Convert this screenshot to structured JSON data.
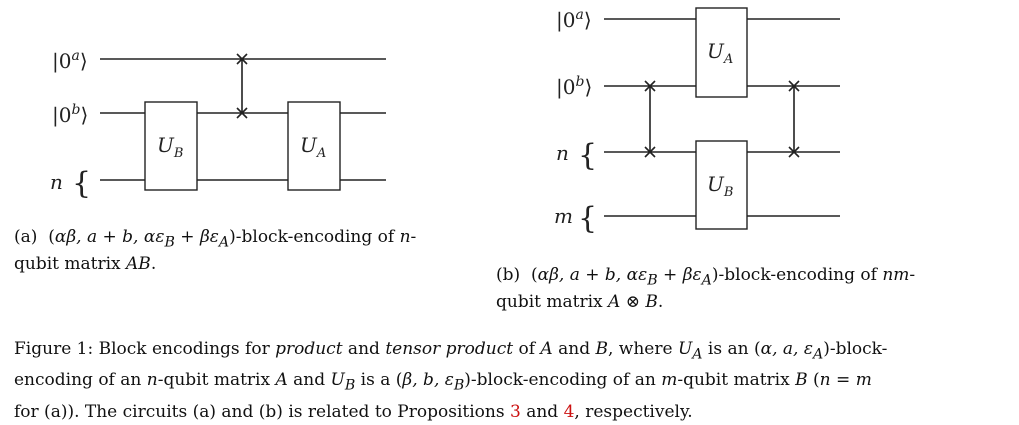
{
  "circuit_a": {
    "wire_labels": [
      "|0ᵃ⟩",
      "|0ᵇ⟩",
      "n {"
    ],
    "gates": [
      "U_B",
      "U_A"
    ],
    "gate_text": {
      "ub_main": "U",
      "ub_sub": "B",
      "ua_main": "U",
      "ua_sub": "A"
    },
    "caption_line1": "(a)  (αβ, a + b, αε_B + βε_A)-block-encoding of n-",
    "caption_line2": "qubit matrix AB."
  },
  "circuit_b": {
    "wire_labels": [
      "|0ᵃ⟩",
      "|0ᵇ⟩",
      "n {",
      "m {"
    ],
    "gates": [
      "U_A",
      "U_B"
    ],
    "gate_text": {
      "ua_main": "U",
      "ua_sub": "A",
      "ub_main": "U",
      "ub_sub": "B"
    },
    "caption_line1": "(b)  (αβ, a + b, αε_B + βε_A)-block-encoding of nm-",
    "caption_line2": "qubit matrix A ⊗ B."
  },
  "figure_caption": {
    "line1": "Figure 1: Block encodings for product and tensor product of A and B, where U_A is an (α, a, ε_A)-block-",
    "line2": "encoding of an n-qubit matrix A and U_B is a (β, b, ε_B)-block-encoding of an m-qubit matrix B (n = m",
    "line3_pre": "for (a)). The circuits (a) and (b) is related to Propositions ",
    "ref1": "3",
    "line3_mid": " and ",
    "ref2": "4",
    "line3_post": ", respectively."
  }
}
